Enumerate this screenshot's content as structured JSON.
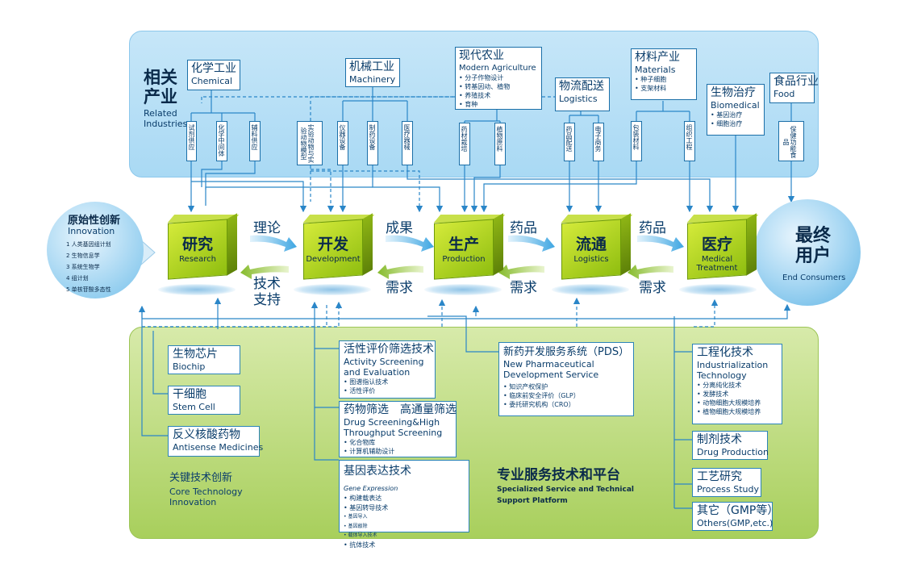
{
  "related": {
    "title_zh_1": "相关",
    "title_zh_2": "产业",
    "title_en_1": "Related",
    "title_en_2": "Industries"
  },
  "chem": {
    "zh": "化学工业",
    "en": "Chemical",
    "subs": [
      "试剂供应",
      "化学中间体",
      "辅料供应"
    ]
  },
  "mach": {
    "zh": "机械工业",
    "en": "Machinery",
    "subs": [
      "仪器设备",
      "制药设备",
      "医疗器械"
    ]
  },
  "agri": {
    "zh": "现代农业",
    "en": "Modern Agriculture",
    "items": [
      "• 分子作物设计",
      "• 转基因动、植物",
      "• 养殖技术",
      "• 育种"
    ],
    "subs": [
      "药材栽培",
      "植物原料"
    ]
  },
  "lab_animal": "实验动物与实验动物模型",
  "logistics_ind": {
    "zh": "物流配送",
    "en": "Logistics",
    "subs": [
      "药品配送",
      "电子商务"
    ]
  },
  "materials": {
    "zh": "材料产业",
    "en": "Materials",
    "items": [
      "• 种子细胞",
      "• 支架材料"
    ],
    "subs": [
      "包装材料",
      "组织工程"
    ]
  },
  "bio": {
    "zh": "生物治疗",
    "en": "Biomedical",
    "items": [
      "• 基因治疗",
      "• 细胞治疗"
    ]
  },
  "food": {
    "zh": "食品行业",
    "en": "Food",
    "subs": [
      "保健功能食品"
    ]
  },
  "innovation": {
    "zh": "原始性创新",
    "en": "Innovation",
    "items": [
      "1 人类基因组计划",
      "2 生物信息学",
      "3 系统生物学",
      "4 组计划",
      "5 单核苷酸多态性"
    ]
  },
  "end": {
    "zh_1": "最终",
    "zh_2": "用户",
    "en": "End Consumers"
  },
  "stages": [
    {
      "zh": "研究",
      "en": "Research"
    },
    {
      "zh": "开发",
      "en": "Development"
    },
    {
      "zh": "生产",
      "en": "Production"
    },
    {
      "zh": "流通",
      "en": "Logistics"
    },
    {
      "zh": "医疗",
      "en": "Medical Treatment"
    }
  ],
  "flows": {
    "f1_top": "理论",
    "f1_bot_1": "技术",
    "f1_bot_2": "支持",
    "f2_top": "成果",
    "f2_bot": "需求",
    "f3_top": "药品",
    "f3_bot": "需求",
    "f4_top": "药品",
    "f4_bot": "需求"
  },
  "biochip": {
    "zh": "生物芯片",
    "en": "Biochip"
  },
  "stemcell": {
    "zh": "干细胞",
    "en": "Stem Cell"
  },
  "antisense": {
    "zh": "反义核酸药物",
    "en": "Antisense Medicines"
  },
  "core": {
    "zh": "关键技术创新",
    "en_1": "Core Technology",
    "en_2": "Innovation"
  },
  "activity": {
    "zh": "活性评价筛选技术",
    "en_1": "Activity Screening",
    "en_2": "and Evaluation",
    "items": [
      "• 图谱指认技术",
      "• 活性评价"
    ]
  },
  "drug_screen": {
    "zh": "药物筛选　高通量筛选",
    "en_1": "Drug Screening&High",
    "en_2": "Throughput Screening",
    "items": [
      "• 化合物库",
      "• 计算机辅助设计"
    ]
  },
  "gene": {
    "zh": "基因表达技术",
    "en": "Gene Expression",
    "items": [
      "• 构建载表达",
      "• 基因转导技术",
      "• 基因导入",
      "• 基因敲除",
      "• 载体导入技术",
      "• 抗体技术"
    ]
  },
  "pds": {
    "zh": "新药开发服务系统（PDS）",
    "en_1": "New Pharmaceutical",
    "en_2": "Development Service",
    "items": [
      "• 知识产权保护",
      "• 临床前安全评价（GLP）",
      "• 委托研究机构（CRO）"
    ]
  },
  "industrial": {
    "zh": "工程化技术",
    "en_1": "Industrialization",
    "en_2": "Technology",
    "items": [
      "• 分离纯化技术",
      "• 发酵技术",
      "• 动物细胞大规模培养",
      "• 植物细胞大规模培养"
    ]
  },
  "drugprod": {
    "zh": "制剂技术",
    "en": "Drug Production"
  },
  "process": {
    "zh": "工艺研究",
    "en": "Process Study"
  },
  "others": {
    "zh": "其它（GMP等）",
    "en": "Others(GMP,etc.)"
  },
  "platform": {
    "zh": "专业服务技术和平台",
    "en_1": "Specialized Service and Technical",
    "en_2": "Support Platform"
  }
}
